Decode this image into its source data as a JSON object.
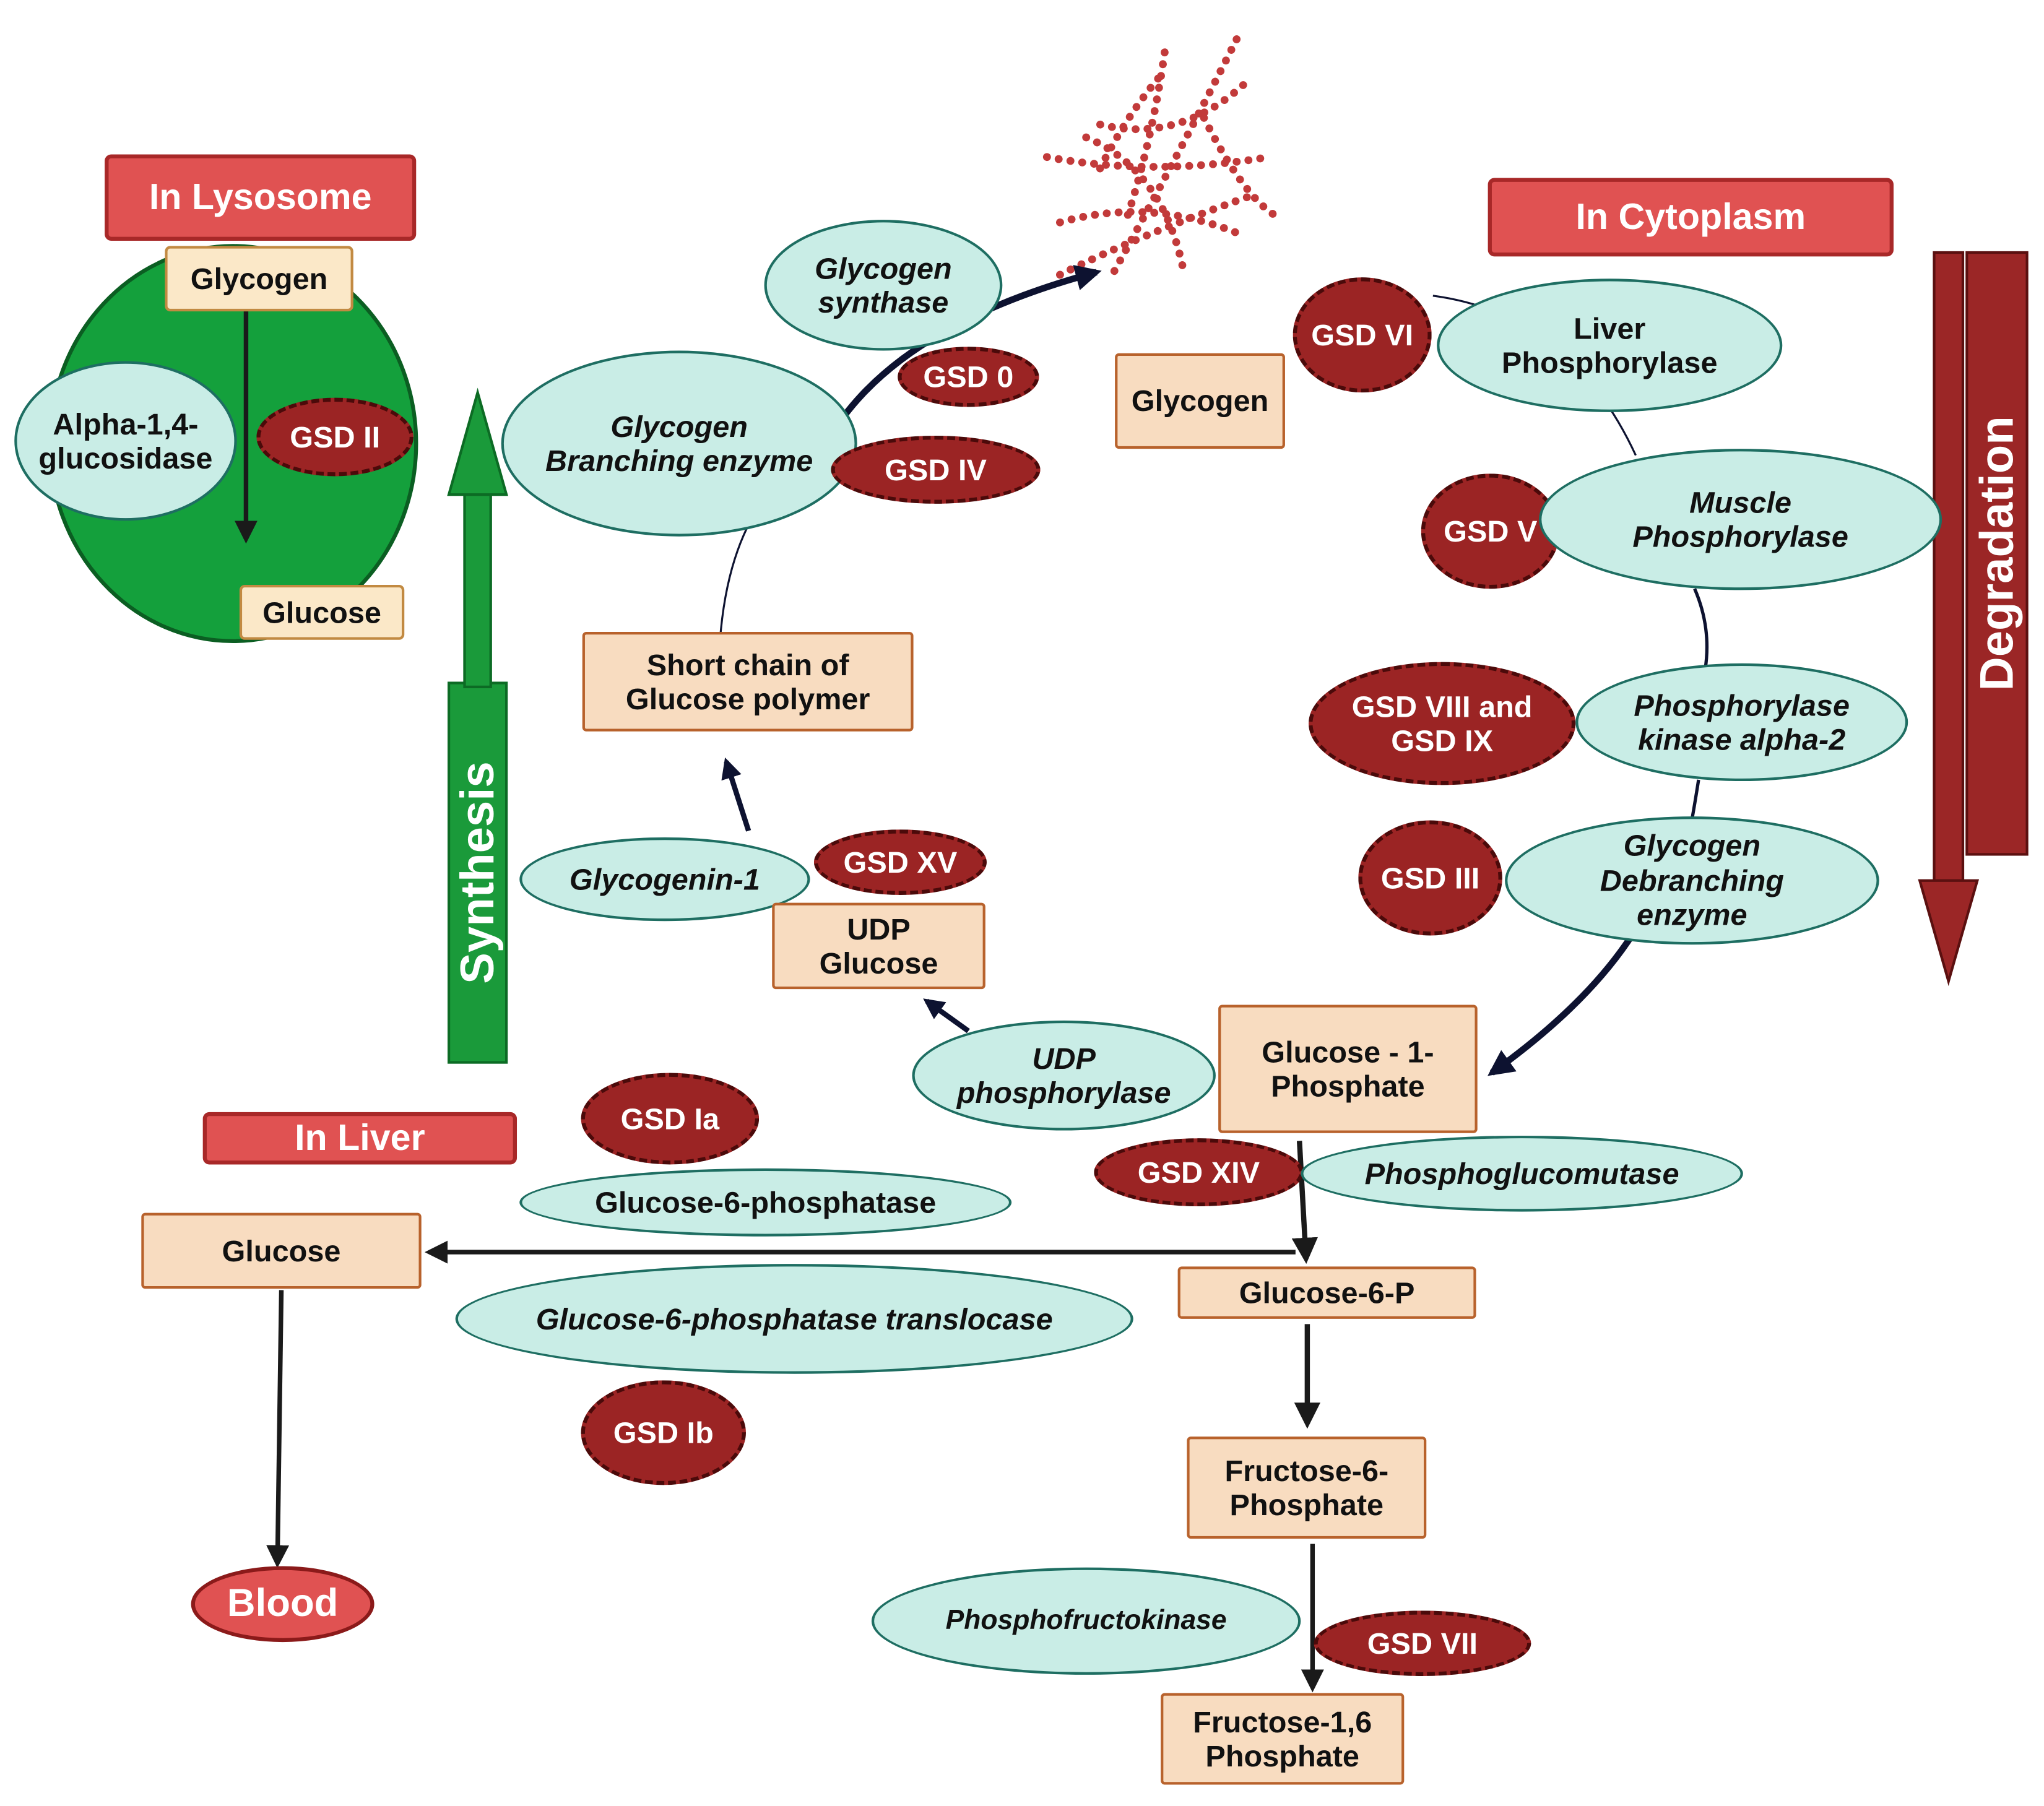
{
  "headers": {
    "lysosome": "In Lysosome",
    "cytoplasm": "In Cytoplasm",
    "liver": "In Liver"
  },
  "side_labels": {
    "synthesis": "Synthesis",
    "degradation": "Degradation"
  },
  "lysosome": {
    "glycogen": "Glycogen",
    "enzyme": "Alpha-1,4-\nglucosidase",
    "gsd": "GSD II",
    "glucose": "Glucose"
  },
  "synthesis": {
    "glycogen_synthase": "Glycogen\nsynthase",
    "gsd_0": "GSD 0",
    "branching_enzyme": "Glycogen\nBranching enzyme",
    "gsd_iv": "GSD  IV",
    "short_chain": "Short chain of\nGlucose polymer",
    "glycogenin": "Glycogenin-1",
    "gsd_xv": "GSD XV",
    "udp_glucose": "UDP\nGlucose",
    "udp_phosphorylase": "UDP\nphosphorylase"
  },
  "degradation": {
    "glycogen": "Glycogen",
    "gsd_vi": "GSD VI",
    "liver_phosphorylase": "Liver\nPhosphorylase",
    "gsd_v": "GSD V",
    "muscle_phosphorylase": "Muscle\nPhosphorylase",
    "gsd_viii_ix": "GSD VIII and\nGSD IX",
    "phosphorylase_kinase": "Phosphorylase\nkinase alpha-2",
    "gsd_iii": "GSD III",
    "debranching_enzyme": "Glycogen\nDebranching\nenzyme",
    "glucose_1p": "Glucose - 1-\nPhosphate"
  },
  "glycolysis": {
    "gsd_xiv": "GSD XIV",
    "phosphoglucomutase": "Phosphoglucomutase",
    "glucose_6p": "Glucose-6-P",
    "fructose_6p": "Fructose-6-\nPhosphate",
    "phosphofructokinase": "Phosphofructokinase",
    "gsd_vii": "GSD VII",
    "fructose_16p": "Fructose-1,6\nPhosphate"
  },
  "liver": {
    "gsd_ia": "GSD Ia",
    "g6pase": "Glucose-6-phosphatase",
    "glucose": "Glucose",
    "translocase": "Glucose-6-phosphatase translocase",
    "gsd_ib": "GSD Ib",
    "blood": "Blood"
  },
  "colors": {
    "header_red": "#e05252",
    "gsd_red": "#9b2424",
    "enzyme_teal": "#c9ede6",
    "substrate_tan": "#f8dcc0",
    "synthesis_green": "#1a9a3a",
    "degradation_maroon": "#9b2626",
    "lysosome_green": "#14a03c",
    "glycogen_dots": "#c23a3a"
  }
}
